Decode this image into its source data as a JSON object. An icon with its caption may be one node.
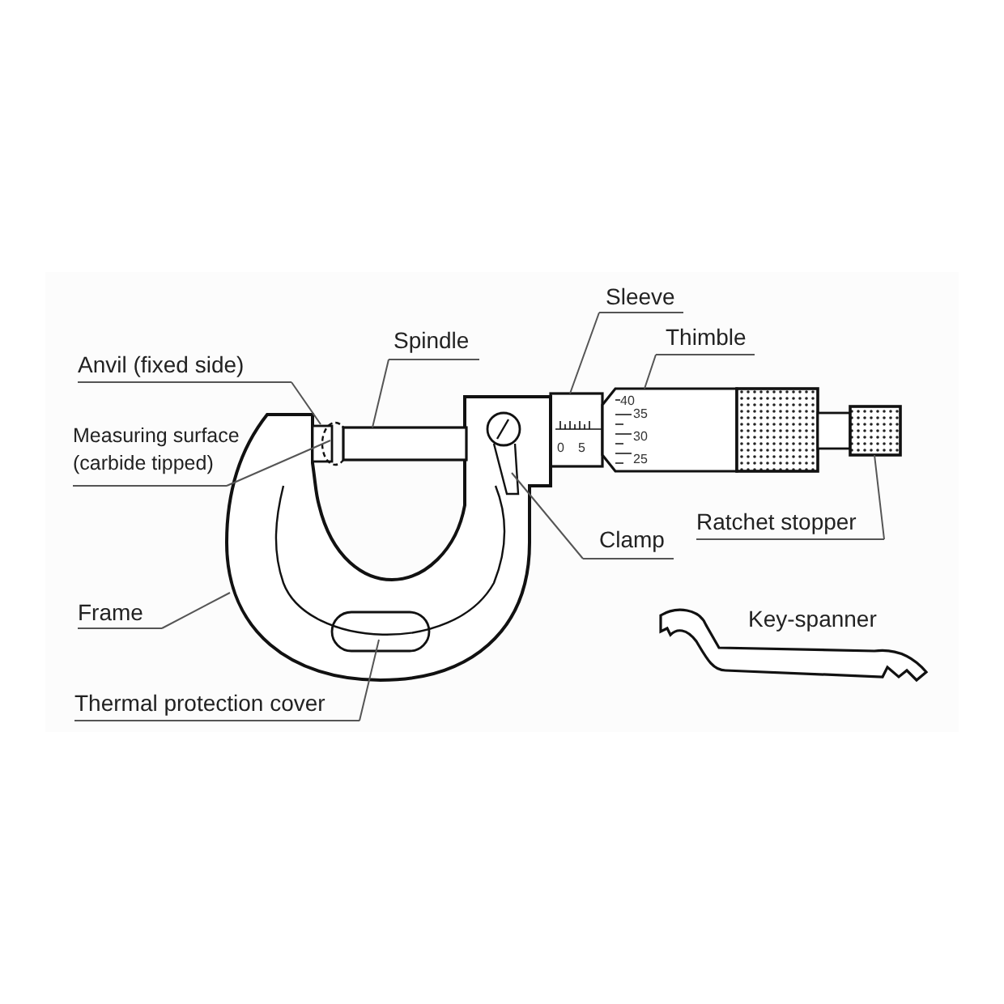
{
  "diagram": {
    "nodes": [
      {
        "text": [
          "Sleeve"
        ]
      },
      {
        "text": [
          "Thimble"
        ]
      },
      {
        "text": [
          "Spindle"
        ]
      },
      {
        "text": [
          "Anvil (fixed side)"
        ]
      },
      {
        "text": [
          "Measuring surface (carbide tipped)"
        ]
      },
      {
        "text": [
          "Ratchet stopper"
        ]
      },
      {
        "text": [
          "Clamp"
        ]
      },
      {
        "text": [
          "Frame"
        ]
      },
      {
        "text": [
          "Thermal protection cover"
        ]
      },
      {
        "text": [],
        "shape": "box"
      },
      {
        "text": [],
        "shape": "box"
      }
    ],
    "edges": [
      {
        "from": 0,
        "to": 9,
        "arrow": "none"
      },
      {
        "from": 1,
        "to": 10,
        "arrow": "none"
      },
      {
        "from": 2,
        "to": null,
        "arrow": "none"
      },
      {
        "from": 3,
        "to": null,
        "arrow": "none"
      },
      {
        "from": 4,
        "to": null,
        "arrow": "none"
      },
      {
        "from": 5,
        "to": null,
        "arrow": "none"
      },
      {
        "from": 6,
        "to": null,
        "arrow": "none"
      },
      {
        "from": 7,
        "to": null,
        "arrow": "none"
      },
      {
        "from": 8,
        "to": null,
        "arrow": "none"
      }
    ],
    "labels": [
      "40",
      "35",
      "30",
      "25",
      "0",
      "5",
      "Key-spanner"
    ]
  }
}
